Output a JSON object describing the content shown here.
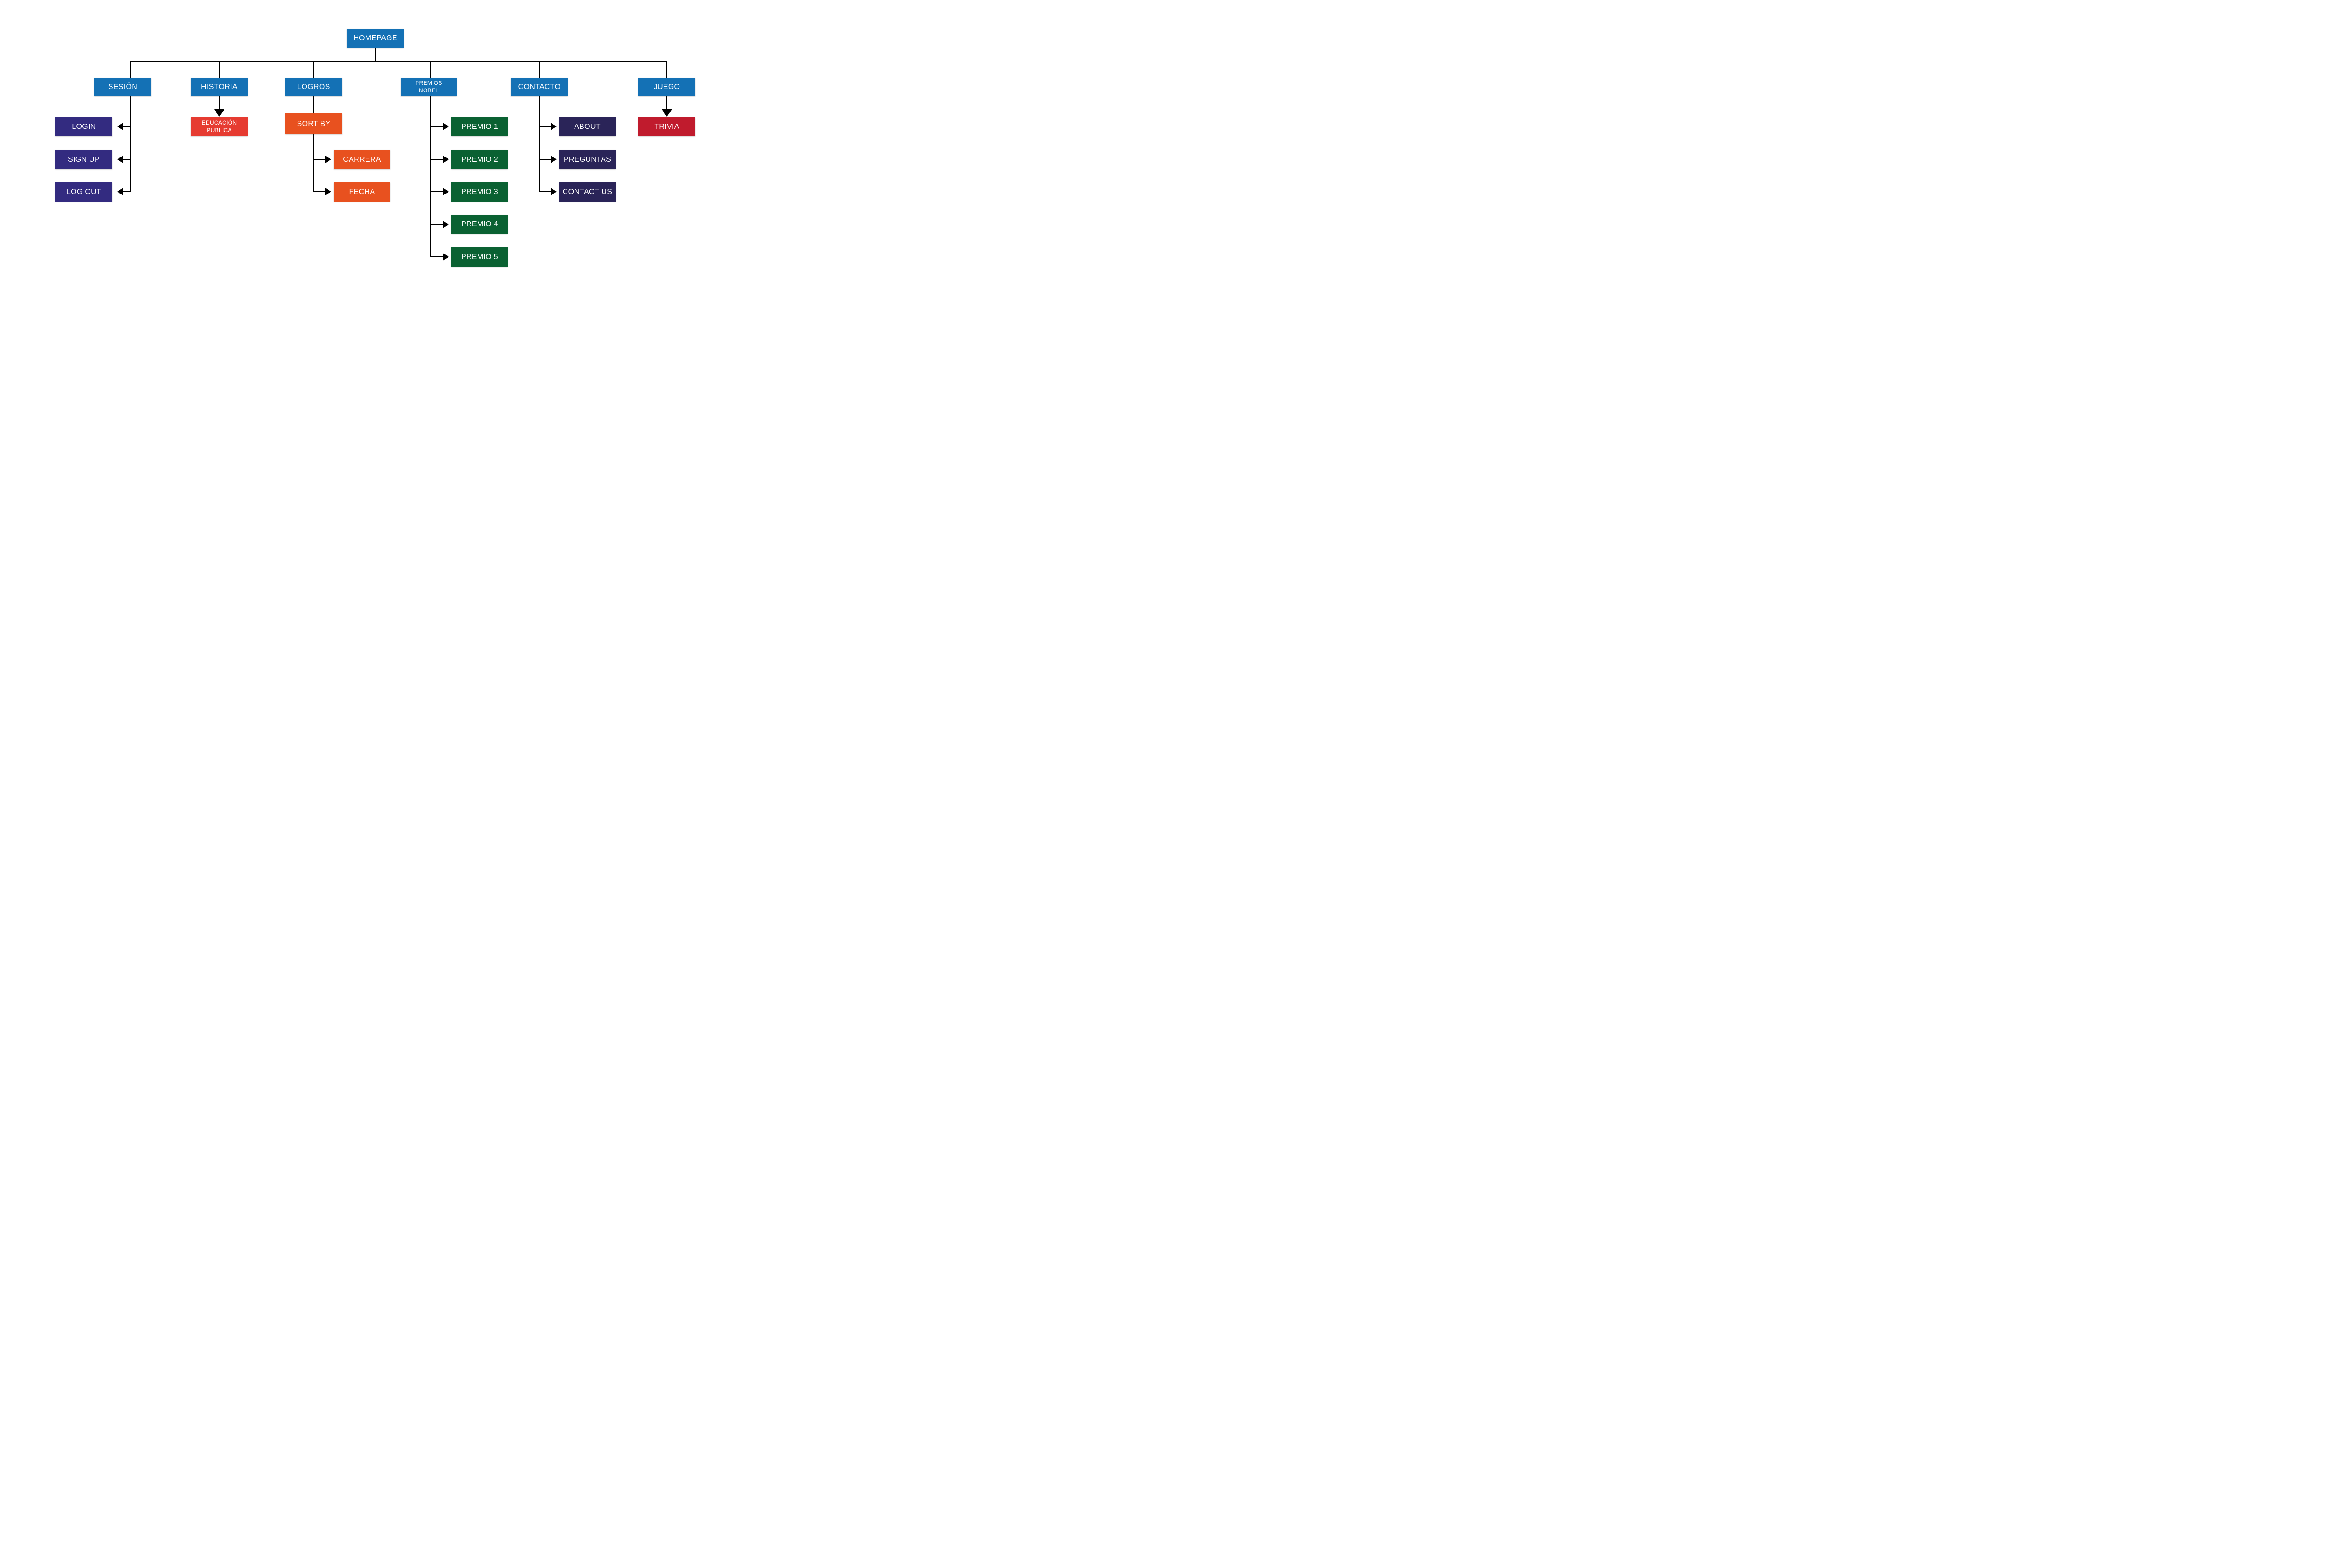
{
  "colors": {
    "header_blue": "#1471b5",
    "session_indigo": "#332b80",
    "contact_navy": "#2a2458",
    "education_red": "#e63b31",
    "sort_orange": "#e8511f",
    "premio_green": "#0a6132",
    "trivia_crimson": "#c01b2d",
    "connector_black": "#000000"
  },
  "root": {
    "label": "HOMEPAGE"
  },
  "sesion": {
    "header": "SESIÓN",
    "children": [
      "LOGIN",
      "SIGN UP",
      "LOG OUT"
    ]
  },
  "historia": {
    "header": "HISTORIA",
    "child": {
      "line1": "EDUCACIÓN",
      "line2": "PUBLICA"
    }
  },
  "logros": {
    "header": "LOGROS",
    "child": "SORT BY",
    "grandchildren": [
      "CARRERA",
      "FECHA"
    ]
  },
  "premios": {
    "header_line1": "PREMIOS",
    "header_line2": "NOBEL",
    "children": [
      "PREMIO 1",
      "PREMIO 2",
      "PREMIO 3",
      "PREMIO 4",
      "PREMIO 5"
    ]
  },
  "contacto": {
    "header": "CONTACTO",
    "children": [
      "ABOUT",
      "PREGUNTAS",
      "CONTACT US"
    ]
  },
  "juego": {
    "header": "JUEGO",
    "child": "TRIVIA"
  }
}
